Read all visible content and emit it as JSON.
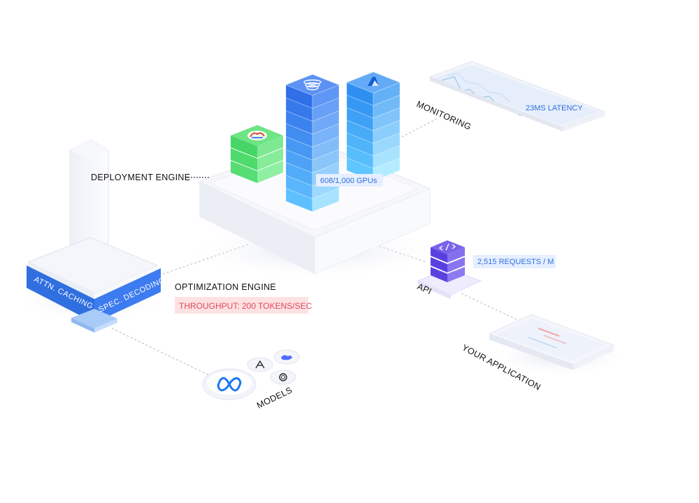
{
  "labels": {
    "deployment_engine": "DEPLOYMENT ENGINE",
    "monitoring": "MONITORING",
    "optimization_engine": "OPTIMIZATION ENGINE",
    "api": "API",
    "your_application": "YOUR APPLICATION",
    "models": "MODELS"
  },
  "stats": {
    "gpus": "608/1,000 GPUs",
    "latency": "23MS LATENCY",
    "requests": "2,515 REQUESTS / M",
    "throughput": "THROUGHPUT: 200 TOKENS/SEC"
  },
  "optimization_features": [
    "ATTN. CACHING",
    "SPEC. DECODING"
  ],
  "icons": {
    "gcp_stack": "google-cloud-logo-icon",
    "coreweave_stack": "coreweave-logo-icon",
    "azure_stack": "azure-logo-icon",
    "api_stack": "code-brackets-icon",
    "models": [
      "meta-logo-icon",
      "mistral-logo-icon",
      "deepseek-logo-icon",
      "openai-logo-icon"
    ]
  },
  "colors": {
    "accent_blue": "#2f6fe0",
    "stack_blue": "#3d7cf0",
    "stack_green": "#4fe06a",
    "stack_purple": "#6a4be8",
    "throughput_red": "#e0485a",
    "throughput_bg": "#fde2e4"
  }
}
